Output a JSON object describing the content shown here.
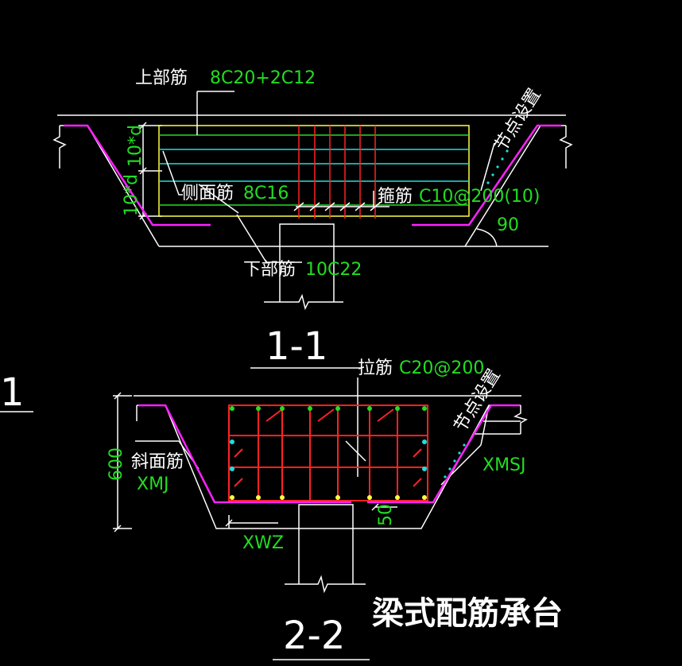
{
  "colors": {
    "background": "#000000",
    "outline": "#ffffff",
    "beam_frame": "#ffff44",
    "top_bar": "#22dd22",
    "side_bar": "#22dddd",
    "stirrup": "#ff2222",
    "bent_bar": "#ff22ff",
    "label_green": "#22dd22"
  },
  "section_1": {
    "top_bar_label": "上部筋",
    "top_bar_value": "8C20+2C12",
    "side_bar_label": "侧面筋",
    "side_bar_value": "8C16",
    "stirrup_label": "箍筋",
    "stirrup_value": "C10@200(10)",
    "bottom_bar_label": "下部筋",
    "bottom_bar_value": "10C22",
    "node_label": "节点设置",
    "angle_value": "90",
    "dim_upper": "10*d",
    "dim_lower": "10*d",
    "section_title": "1-1"
  },
  "section_2": {
    "tie_label": "拉筋",
    "tie_value": "C20@200",
    "node_label": "节点设置",
    "height_value": "600",
    "slope_label": "斜面筋",
    "slope_code": "XMJ",
    "slope_tail_code": "XMSJ",
    "bottom_code": "XWZ",
    "cover_value": "50",
    "section_title": "2-2"
  },
  "edge_label": "1",
  "drawing_title": "梁式配筋承台"
}
